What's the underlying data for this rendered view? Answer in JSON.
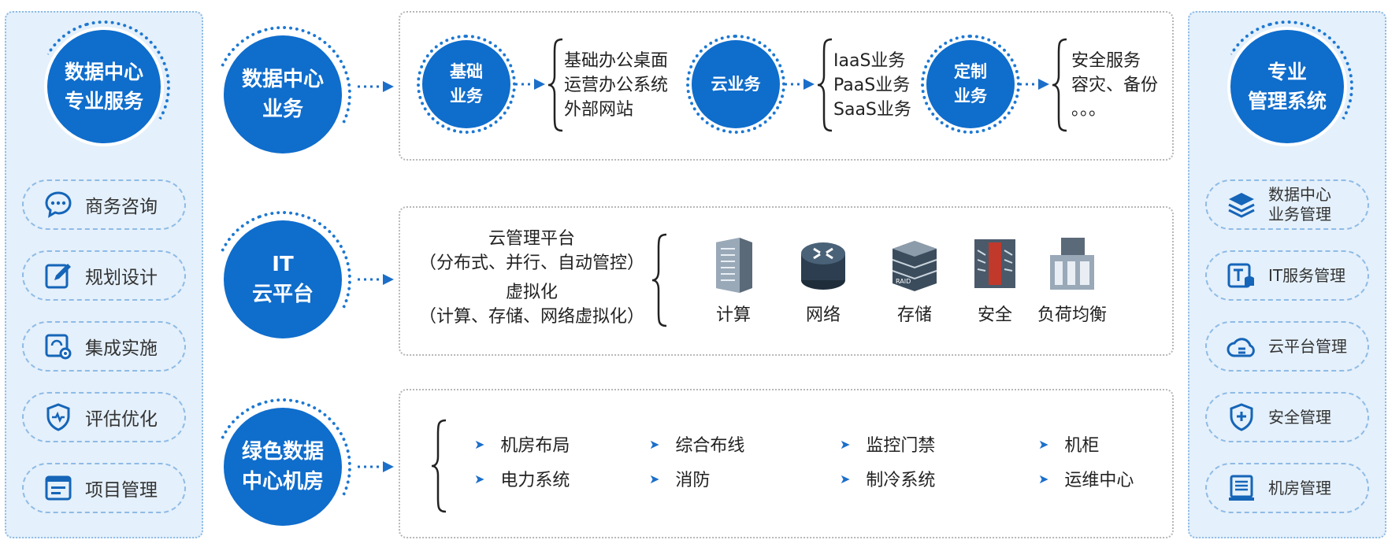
{
  "left_panel": {
    "title": "数据中心\n专业服务",
    "items": [
      {
        "label": "商务咨询",
        "icon": "chat-bubble-icon"
      },
      {
        "label": "规划设计",
        "icon": "edit-pencil-icon"
      },
      {
        "label": "集成实施",
        "icon": "integration-gear-icon"
      },
      {
        "label": "评估优化",
        "icon": "shield-pulse-icon"
      },
      {
        "label": "项目管理",
        "icon": "project-window-icon"
      }
    ]
  },
  "right_panel": {
    "title": "专业\n管理系统",
    "items": [
      {
        "label": "数据中心\n业务管理",
        "icon": "layers-icon"
      },
      {
        "label": "IT服务管理",
        "icon": "it-database-icon"
      },
      {
        "label": "云平台管理",
        "icon": "cloud-icon"
      },
      {
        "label": "安全管理",
        "icon": "shield-plus-icon"
      },
      {
        "label": "机房管理",
        "icon": "server-room-icon"
      }
    ]
  },
  "rows": {
    "business": {
      "title": "数据中心\n业务",
      "groups": [
        {
          "circle": "基础\n业务",
          "items": [
            "基础办公桌面",
            "运营办公系统",
            "外部网站"
          ]
        },
        {
          "circle": "云业务",
          "items": [
            "IaaS业务",
            "PaaS业务",
            "SaaS业务"
          ]
        },
        {
          "circle": "定制\n业务",
          "items": [
            "安全服务",
            "容灾、备份",
            "。。。"
          ]
        }
      ]
    },
    "cloud": {
      "title": "IT\n云平台",
      "lines": [
        "云管理平台",
        "（分布式、并行、自动管控）",
        "虚拟化",
        "（计算、存储、网络虚拟化）"
      ],
      "equipment": [
        {
          "label": "计算",
          "icon": "compute-server-icon"
        },
        {
          "label": "网络",
          "icon": "network-router-icon"
        },
        {
          "label": "存储",
          "icon": "raid-storage-icon"
        },
        {
          "label": "安全",
          "icon": "firewall-icon"
        },
        {
          "label": "负荷均衡",
          "icon": "load-balancer-icon"
        }
      ]
    },
    "green": {
      "title": "绿色数据\n中心机房",
      "items": [
        "机房布局",
        "综合布线",
        "监控门禁",
        "机柜",
        "电力系统",
        "消防",
        "制冷系统",
        "运维中心"
      ]
    }
  },
  "colors": {
    "primary": "#0f6dcc",
    "panel_bg": "#e4f0fb",
    "border": "#8fbbe6"
  }
}
